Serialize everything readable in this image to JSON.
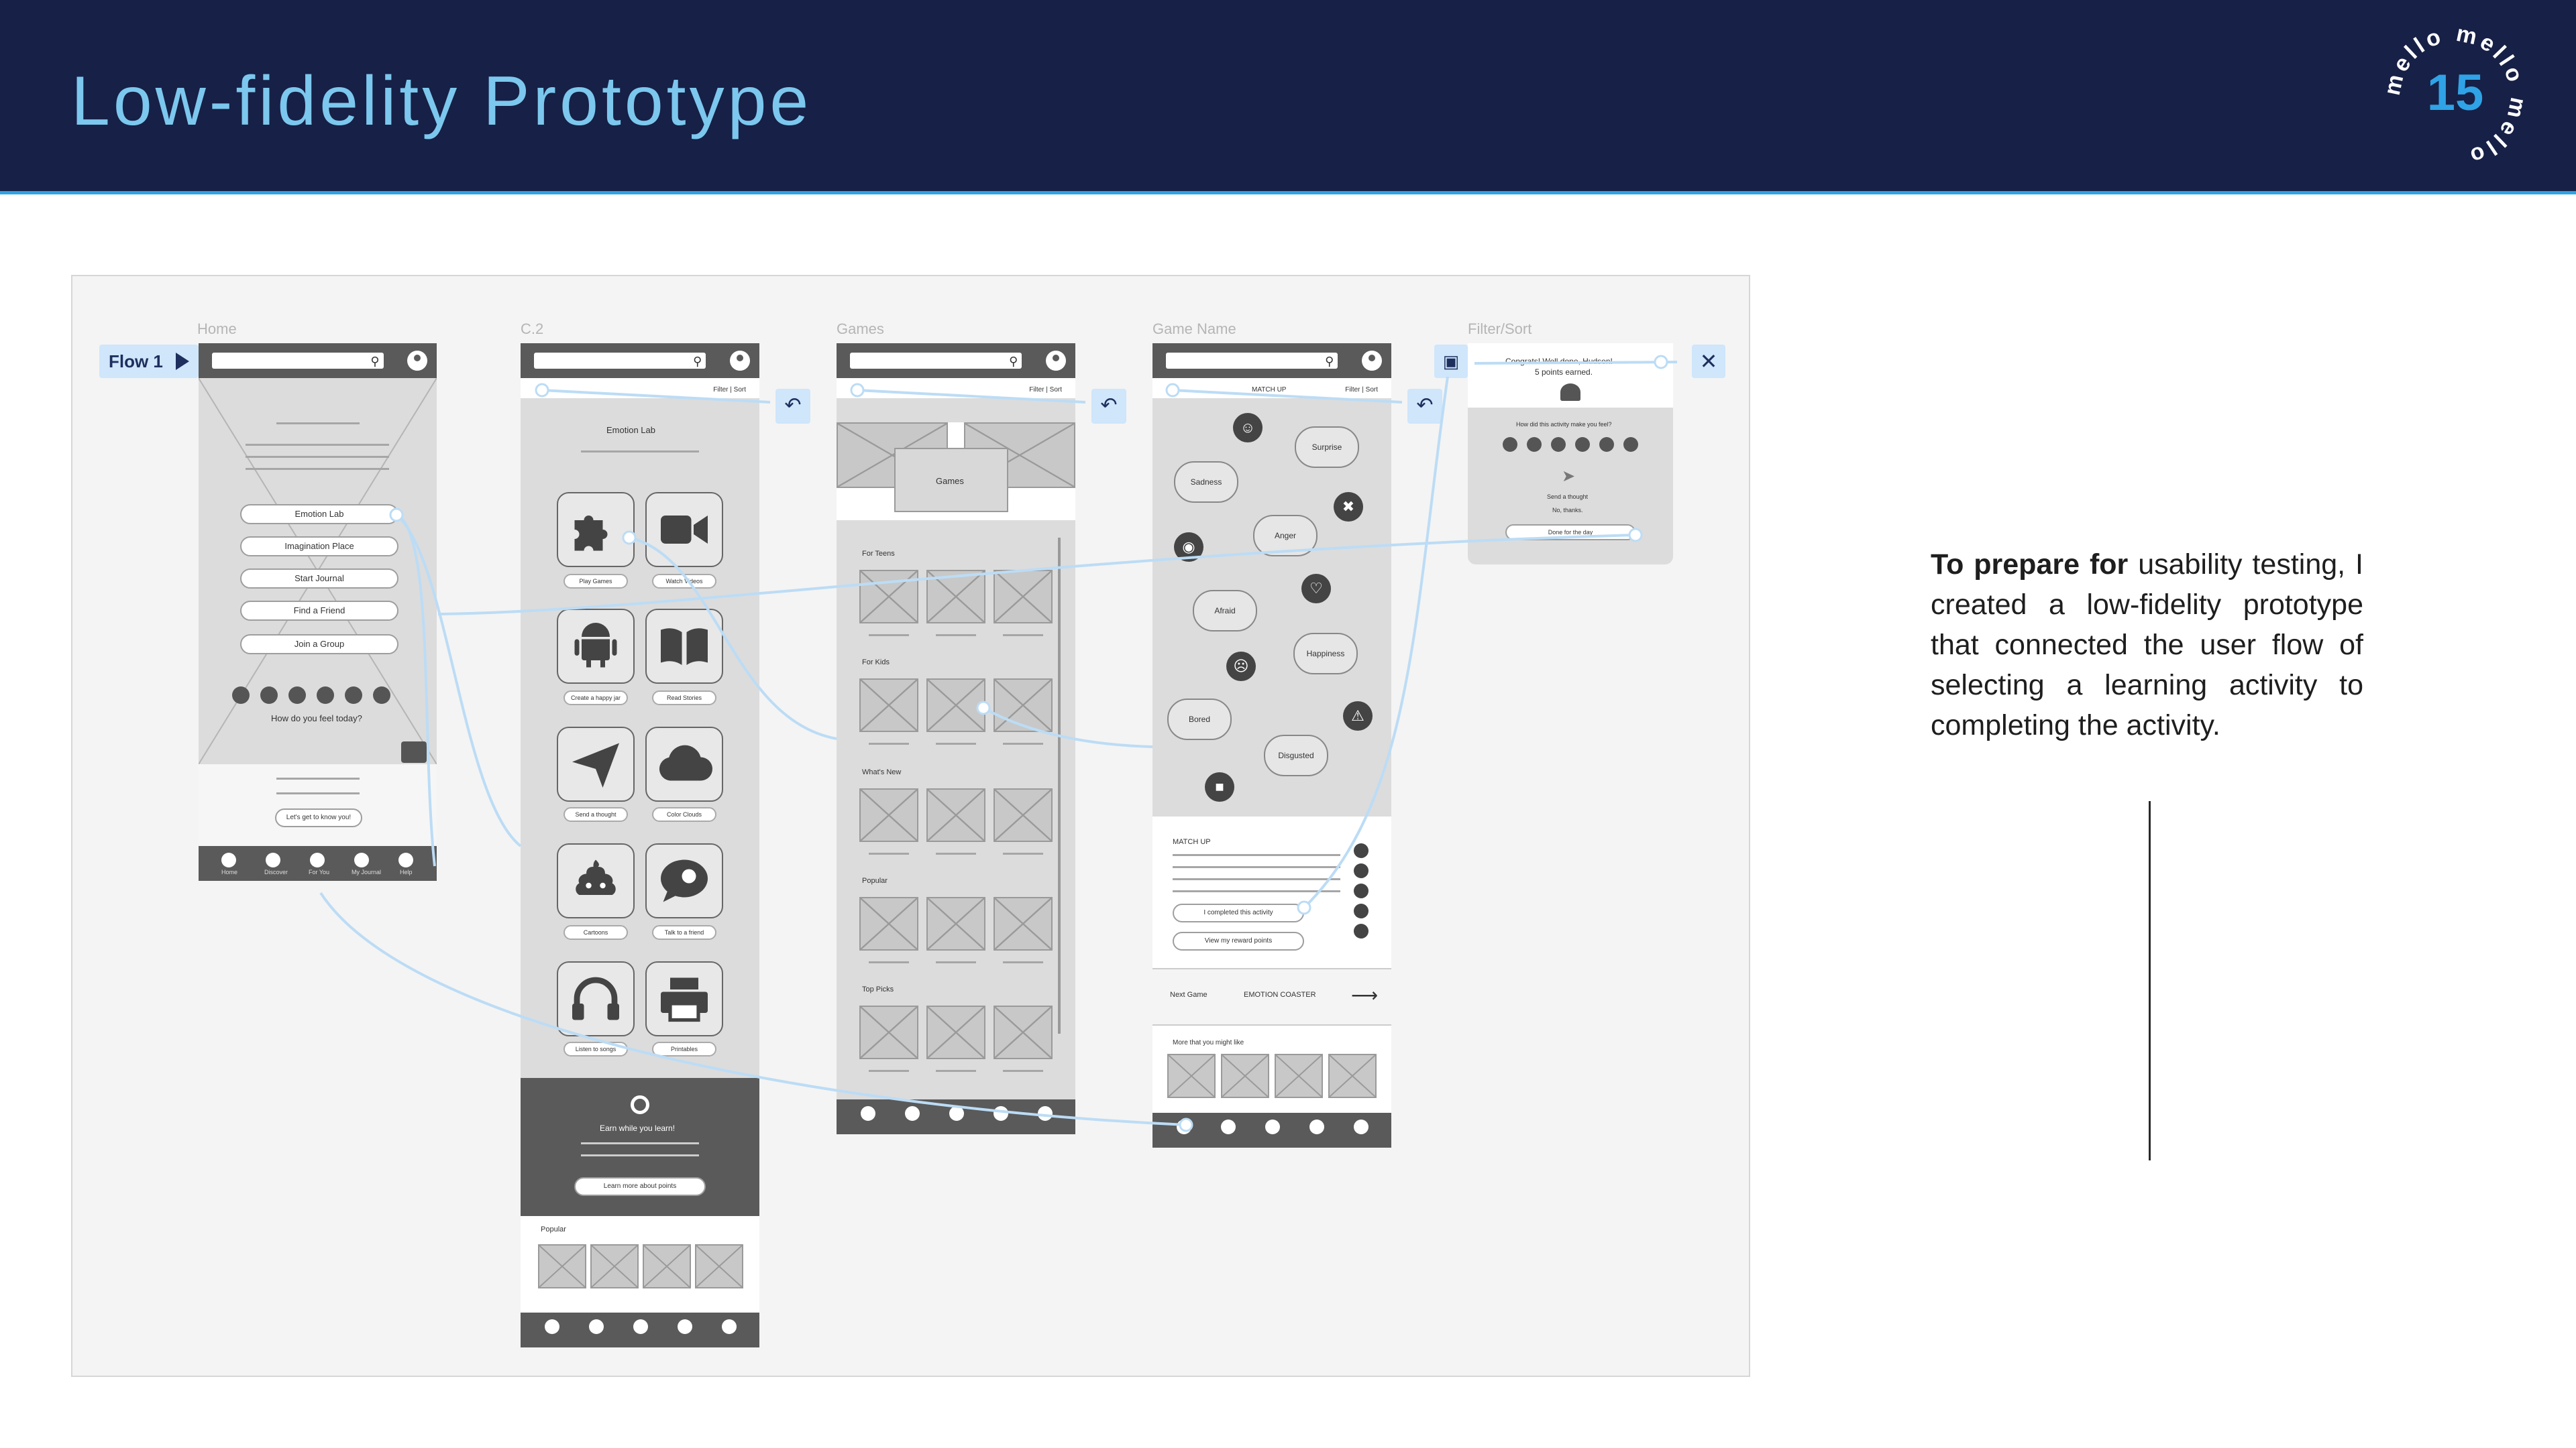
{
  "header": {
    "title": "Low-fidelity Prototype",
    "logo_text": "mello mello mello",
    "page_number": "15",
    "colors": {
      "background": "#172046",
      "title": "#7cc7ee",
      "accent": "#2fa3e6"
    }
  },
  "description": {
    "bold": "To prepare for",
    "text": " usability testing, I created a low-fidelity prototype that connected the user flow of selecting a learning activity to completing the activity."
  },
  "prototype": {
    "flow_label": "Flow 1",
    "screens": {
      "home": {
        "label": "Home",
        "buttons": [
          "Emotion Lab",
          "Imagination Place",
          "Start Journal",
          "Find a Friend",
          "Join a Group"
        ],
        "feeling_prompt": "How do you feel today?",
        "cta": "Let's get to know you!"
      },
      "c2": {
        "label": "C.2",
        "filter": "Filter | Sort",
        "title": "Emotion Lab",
        "activities": [
          "Play Games",
          "Watch Videos",
          "Create a happy jar",
          "Read Stories",
          "Send a thought",
          "Color Clouds",
          "Cartoons",
          "Talk to a friend",
          "Listen to songs",
          "Printables"
        ],
        "earn": "Earn while you learn!",
        "learn_more": "Learn more about points",
        "popular": "Popular"
      },
      "games": {
        "label": "Games",
        "filter": "Filter | Sort",
        "banner": "Games",
        "sections": [
          "For Teens",
          "For Kids",
          "What's New",
          "Popular",
          "Top Picks"
        ]
      },
      "game_name": {
        "label": "Game Name",
        "heading": "MATCH UP",
        "filter": "Filter | Sort",
        "emotions": [
          "Surprise",
          "Sadness",
          "Anger",
          "Afraid",
          "Happiness",
          "Bored",
          "Disgusted"
        ],
        "match_heading": "MATCH UP",
        "completed": "I completed this activity",
        "rewards": "View my reward points",
        "next_game": "Next Game",
        "next_game_name": "EMOTION COASTER",
        "more_like": "More that you might like"
      },
      "filter_sort": {
        "label": "Filter/Sort",
        "congrats": "Congrats! Well done, Hudson!",
        "points": "5 points earned.",
        "feel_question": "How did this activity make you feel?",
        "send_thought": "Send a thought",
        "no_thanks": "No, thanks.",
        "done": "Done for the day"
      }
    },
    "nav_labels": [
      "Home",
      "Discover",
      "For You",
      "My Journal",
      "Help"
    ]
  }
}
